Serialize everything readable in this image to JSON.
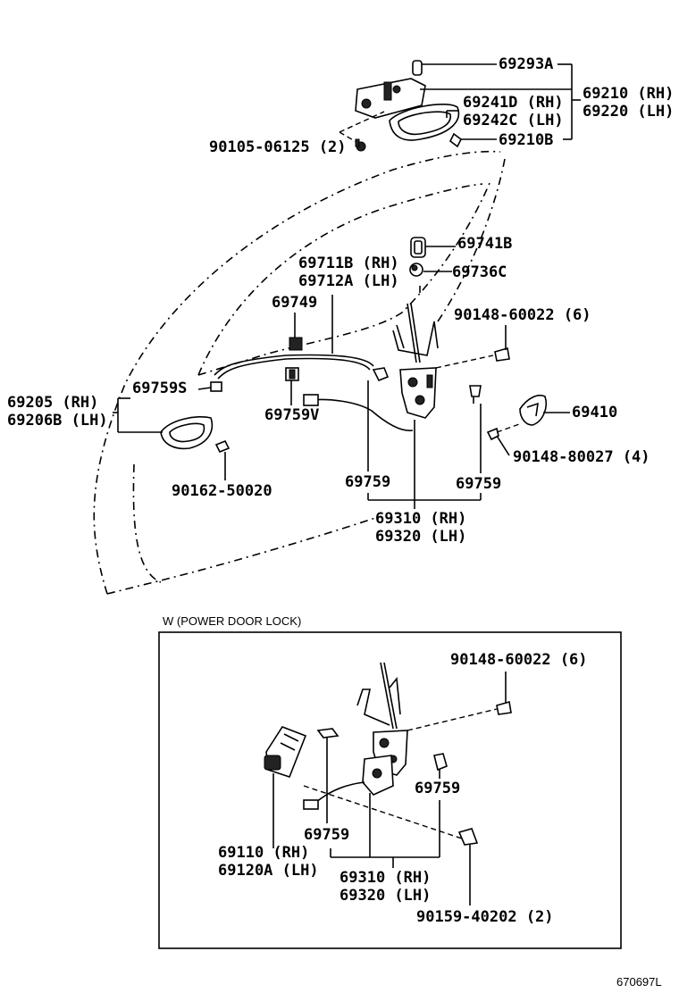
{
  "labels": {
    "l69293a": "69293A",
    "l69210": "69210 (RH)",
    "l69220": "69220 (LH)",
    "l69241d": "69241D (RH)",
    "l69242c": "69242C (LH)",
    "l69210b": "69210B",
    "l90105": "90105-06125 (2)",
    "l69741b": "69741B",
    "l69711b": "69711B (RH)",
    "l69712a": "69712A (LH)",
    "l69736c": "69736C",
    "l69749": "69749",
    "l90148a": "90148-60022 (6)",
    "l69205": "69205  (RH)",
    "l69206b": "69206B (LH)",
    "l69759s": "69759S",
    "l69759v": "69759V",
    "l69410": "69410",
    "l90148b": "90148-80027 (4)",
    "l90162": "90162-50020",
    "l69759a": "69759",
    "l69759b": "69759",
    "l69310": "69310 (RH)",
    "l69320": "69320 (LH)"
  },
  "inset": {
    "title": "W (POWER DOOR LOCK)",
    "l90148": "90148-60022 (6)",
    "l69759a": "69759",
    "l69759b": "69759",
    "l69110": "69110  (RH)",
    "l69120a": "69120A (LH)",
    "l69310": "69310 (RH)",
    "l69320": "69320 (LH)",
    "l90159": "90159-40202 (2)"
  },
  "figure_id": "670697L"
}
